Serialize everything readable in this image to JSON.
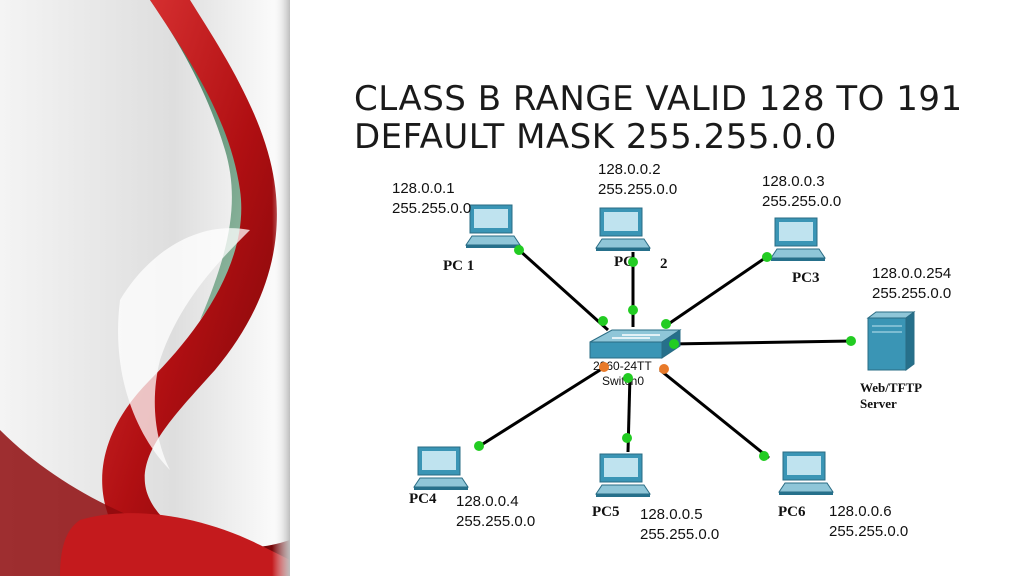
{
  "slide": {
    "title_line1": "CLASS B RANGE VALID 128 TO 191",
    "title_line2": "DEFAULT MASK 255.255.0.0"
  },
  "diagram": {
    "switch": {
      "model": "2960-24TT",
      "name": "Switch0",
      "icon": "switch-icon"
    },
    "server": {
      "label_line1": "Web/TFTP",
      "label_line2": "Server",
      "ip": "128.0.0.254",
      "mask": "255.255.0.0",
      "icon": "server-icon"
    },
    "hosts": [
      {
        "label": "PC 1",
        "ip": "128.0.0.1",
        "mask": "255.255.0.0",
        "icon": "pc-icon"
      },
      {
        "label": "PC",
        "label_suffix": "2",
        "ip": "128.0.0.2",
        "mask": "255.255.0.0",
        "icon": "pc-icon"
      },
      {
        "label": "PC3",
        "ip": "128.0.0.3",
        "mask": "255.255.0.0",
        "icon": "pc-icon"
      },
      {
        "label": "PC4",
        "ip": "128.0.0.4",
        "mask": "255.255.0.0",
        "icon": "pc-icon"
      },
      {
        "label": "PC5",
        "ip": "128.0.0.5",
        "mask": "255.255.0.0",
        "icon": "pc-icon"
      },
      {
        "label": "PC6",
        "ip": "128.0.0.6",
        "mask": "255.255.0.0",
        "icon": "pc-icon"
      }
    ],
    "colors": {
      "link": "#000000",
      "link_up": "#22cc22",
      "link_pending": "#e87a2a",
      "device": "#2f8fb0"
    }
  }
}
